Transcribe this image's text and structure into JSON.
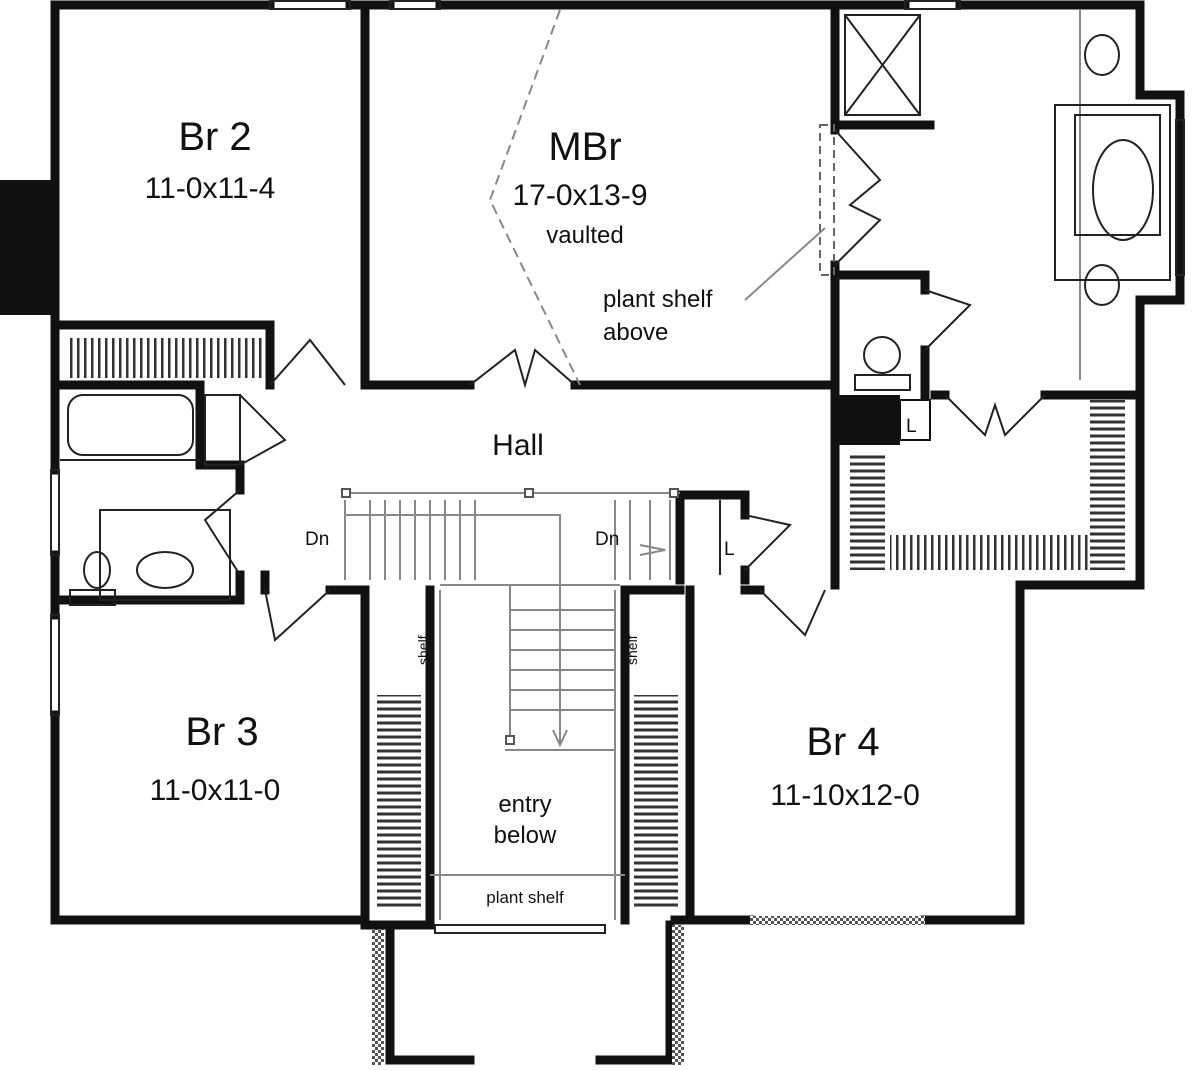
{
  "plan": {
    "rooms": {
      "br2": {
        "name": "Br 2",
        "size": "11-0x11-4"
      },
      "mbr": {
        "name": "MBr",
        "size": "17-0x13-9",
        "note": "vaulted"
      },
      "br3": {
        "name": "Br 3",
        "size": "11-0x11-0"
      },
      "br4": {
        "name": "Br 4",
        "size": "11-10x12-0"
      },
      "hall": {
        "name": "Hall"
      }
    },
    "annotations": {
      "plant_shelf_above_1": "plant shelf",
      "plant_shelf_above_2": "above",
      "dn_left": "Dn",
      "dn_right": "Dn",
      "linen_1": "L",
      "linen_2": "L",
      "shelf_left": "shelf",
      "shelf_right": "shelf",
      "entry_below_1": "entry",
      "entry_below_2": "below",
      "plant_shelf": "plant shelf"
    },
    "colors": {
      "wall": "#111111",
      "background": "#ffffff"
    }
  }
}
